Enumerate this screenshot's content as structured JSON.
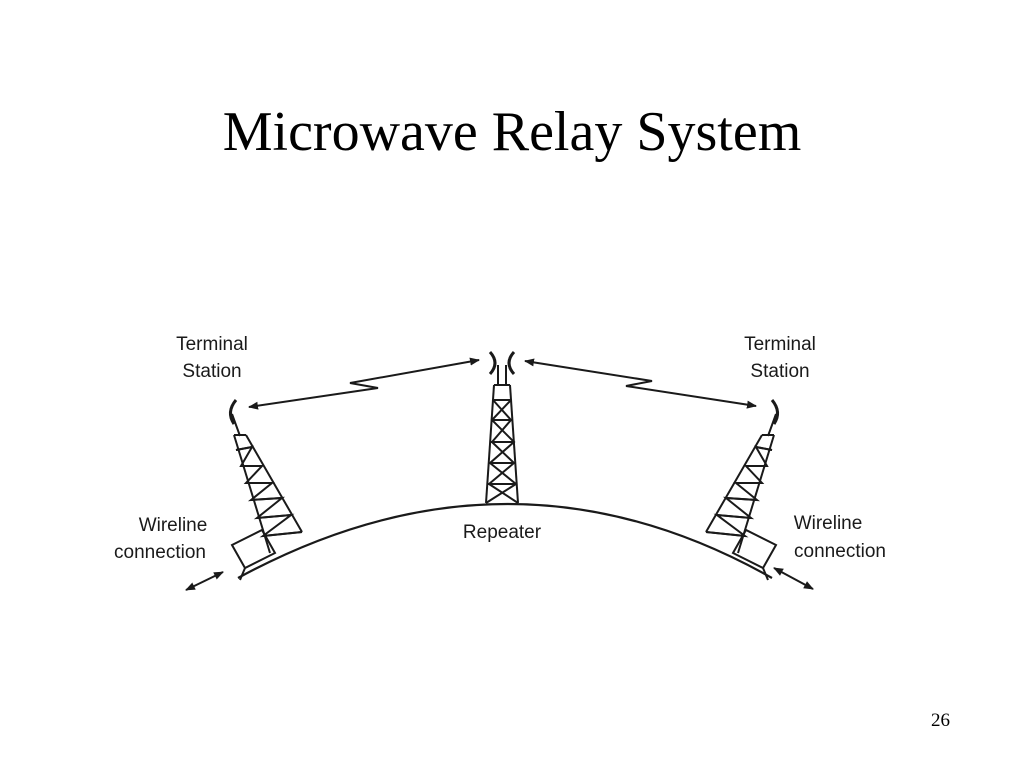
{
  "slide": {
    "title": "Microwave Relay System",
    "page_number": "26"
  },
  "diagram": {
    "labels": {
      "terminal_left_line1": "Terminal",
      "terminal_left_line2": "Station",
      "terminal_right_line1": "Terminal",
      "terminal_right_line2": "Station",
      "repeater": "Repeater",
      "wireline_left_line1": "Wireline",
      "wireline_left_line2": "connection",
      "wireline_right_line1": "Wireline",
      "wireline_right_line2": "connection"
    },
    "colors": {
      "ink": "#1a1a1a",
      "background": "#ffffff"
    }
  }
}
